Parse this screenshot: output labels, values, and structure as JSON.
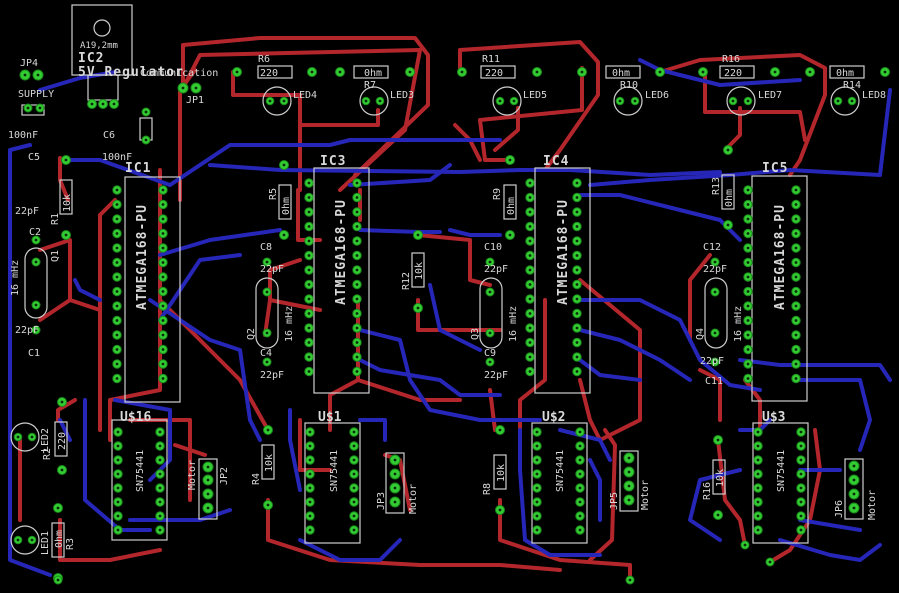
{
  "board": {
    "background": "#000000",
    "colors": {
      "top_trace": "#b3262b",
      "bottom_trace": "#2626b8",
      "pad": "#33cc33",
      "silk": "#d9d9d9"
    }
  },
  "ics": {
    "ic1": {
      "name": "IC1",
      "part": "ATMEGA168-PU"
    },
    "ic3": {
      "name": "IC3",
      "part": "ATMEGA168-PU"
    },
    "ic4": {
      "name": "IC4",
      "part": "ATMEGA168-PU"
    },
    "ic5": {
      "name": "IC5",
      "part": "ATMEGA168-PU"
    },
    "ic2": {
      "name": "IC2",
      "part": "5V Regulator",
      "size": "A19,2mm"
    },
    "us16": {
      "name": "U$16",
      "part": "SN75441"
    },
    "us1": {
      "name": "U$1",
      "part": "SN75441"
    },
    "us2": {
      "name": "U$2",
      "part": "SN75441"
    },
    "us3": {
      "name": "U$3",
      "part": "SN75441"
    }
  },
  "resistors": {
    "r6": {
      "name": "R6",
      "value": "220"
    },
    "r7": {
      "name": "R7",
      "value": "0hm"
    },
    "r11": {
      "name": "R11",
      "value": "220"
    },
    "r10": {
      "name": "R10",
      "value": "0hm"
    },
    "r16": {
      "name": "R16",
      "value": "220"
    },
    "r14": {
      "name": "R14",
      "value": "0hm"
    },
    "r1": {
      "name": "R1",
      "value": "10k"
    },
    "r5": {
      "name": "R5",
      "value": "0hm"
    },
    "r9": {
      "name": "R9",
      "value": "0hm"
    },
    "r13": {
      "name": "R13",
      "value": "0hm"
    },
    "r12": {
      "name": "R12",
      "value": "10k"
    },
    "r4": {
      "name": "R4",
      "value": "10k"
    },
    "r8": {
      "name": "R8",
      "value": "10k"
    },
    "r16b": {
      "name": "R16",
      "value": "10k"
    },
    "r2": {
      "name": "R2",
      "value": "220"
    },
    "r3": {
      "name": "R3",
      "value": "0hm"
    }
  },
  "leds": [
    "LED4",
    "LED3",
    "LED5",
    "LED6",
    "LED7",
    "LED8",
    "LED2",
    "LED1"
  ],
  "caps": {
    "c5": {
      "name": "C5",
      "value": "100nF"
    },
    "c6": {
      "name": "C6",
      "value": "100nF"
    },
    "c2": {
      "name": "C2",
      "value": "22pF"
    },
    "c1": {
      "name": "C1",
      "value": "22pF"
    },
    "c8": {
      "name": "C8",
      "value": "22pF"
    },
    "c4": {
      "name": "C4",
      "value": "22pF"
    },
    "c10": {
      "name": "C10",
      "value": "22pF"
    },
    "c9": {
      "name": "C9",
      "value": "22pF"
    },
    "c12": {
      "name": "C12",
      "value": "22pF"
    },
    "c11": {
      "name": "C11",
      "value": "22pF"
    }
  },
  "crystals": {
    "q1": {
      "name": "Q1",
      "value": "16 mHz"
    },
    "q2": {
      "name": "Q2",
      "value": "16 mHz"
    },
    "q3": {
      "name": "Q3",
      "value": "16 mHz"
    },
    "q4": {
      "name": "Q4",
      "value": "16 mHz"
    }
  },
  "jumpers": {
    "jp4": {
      "name": "JP4",
      "label": "SUPPLY"
    },
    "jp1": {
      "name": "JP1",
      "label": "Communication"
    },
    "jp2": {
      "name": "JP2",
      "label": "Motor"
    },
    "jp3": {
      "name": "JP3",
      "label": "Motor"
    },
    "jp5": {
      "name": "JP5",
      "label": "Motor"
    },
    "jp6": {
      "name": "JP6",
      "label": "Motor"
    }
  }
}
